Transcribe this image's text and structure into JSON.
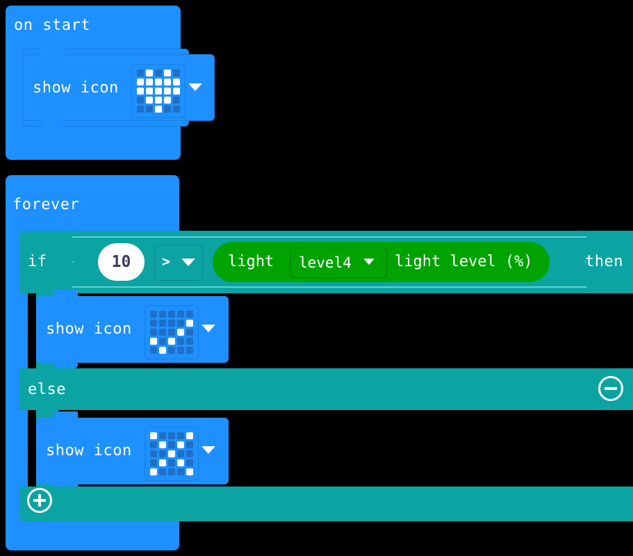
{
  "workspace": {
    "background_color": "#000000",
    "palette": {
      "event_block": "#1E90FF",
      "logic_block": "#0ca3a3",
      "input_block": "#00a300",
      "field_white": "#fdfdfd",
      "led_on": "#ffffff",
      "led_off": "#1f6fc4",
      "text": "#ffffff",
      "number_text": "#3c3c5e"
    }
  },
  "blocks": {
    "on_start": {
      "label": "on start",
      "statements": [
        {
          "label": "show icon",
          "dropdown_icon": "chevron-down-icon",
          "led_matrix": {
            "name": "heart",
            "rows": [
              [
                0,
                1,
                0,
                1,
                0
              ],
              [
                1,
                1,
                1,
                1,
                1
              ],
              [
                1,
                1,
                1,
                1,
                1
              ],
              [
                0,
                1,
                1,
                1,
                0
              ],
              [
                0,
                0,
                1,
                0,
                0
              ]
            ]
          }
        }
      ]
    },
    "forever": {
      "label": "forever",
      "conditional": {
        "if_label": "if",
        "then_label": "then",
        "else_label": "else",
        "condition": {
          "number_value": "10",
          "operator_symbol": ">",
          "operator_dropdown_icon": "chevron-down-icon",
          "reporter": {
            "prefix_label": "light",
            "dropdown_value": "level4",
            "dropdown_icon": "chevron-down-icon",
            "suffix_label": "light level (%)"
          }
        },
        "then_statements": [
          {
            "label": "show icon",
            "dropdown_icon": "chevron-down-icon",
            "led_matrix": {
              "name": "small-diamond-diagonal",
              "rows": [
                [
                  0,
                  0,
                  0,
                  0,
                  0
                ],
                [
                  0,
                  0,
                  0,
                  0,
                  1
                ],
                [
                  0,
                  0,
                  0,
                  1,
                  0
                ],
                [
                  1,
                  0,
                  1,
                  0,
                  0
                ],
                [
                  0,
                  1,
                  0,
                  0,
                  0
                ]
              ]
            }
          }
        ],
        "else_statements": [
          {
            "label": "show icon",
            "dropdown_icon": "chevron-down-icon",
            "led_matrix": {
              "name": "x-cross",
              "rows": [
                [
                  1,
                  0,
                  0,
                  0,
                  1
                ],
                [
                  0,
                  1,
                  0,
                  1,
                  0
                ],
                [
                  0,
                  0,
                  1,
                  0,
                  0
                ],
                [
                  0,
                  1,
                  0,
                  1,
                  0
                ],
                [
                  1,
                  0,
                  0,
                  0,
                  1
                ]
              ]
            }
          }
        ],
        "remove_else_button": "minus-circle-icon",
        "add_branch_button": "plus-circle-icon"
      }
    }
  }
}
